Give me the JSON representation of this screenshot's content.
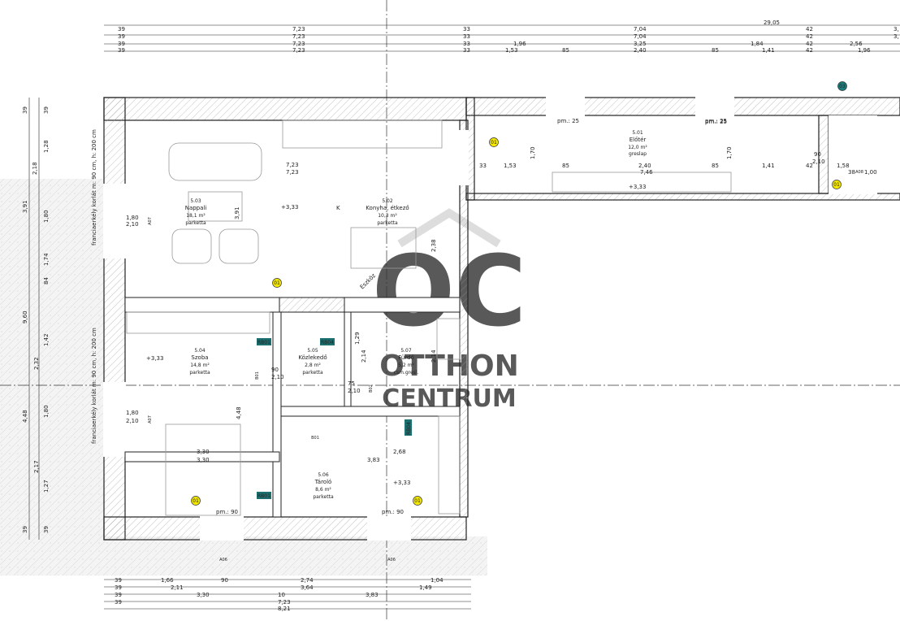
{
  "dimensions": {
    "top_total": "29,05",
    "top_rows": [
      [
        "39",
        "7,23",
        "33",
        "7,04",
        "42",
        "3,"
      ],
      [
        "39",
        "7,23",
        "33",
        "7,04",
        "42",
        "3,"
      ],
      [
        "39",
        "7,23",
        "33",
        "1,96",
        "3,25",
        "1,84",
        "42",
        "2,56"
      ],
      [
        "39",
        "7,23",
        "33",
        "1,53",
        "85",
        "2,40",
        "85",
        "1,41",
        "42",
        "1,96"
      ]
    ],
    "left_col1": [
      "39",
      "2,18",
      "3,91",
      "9,60",
      "4,48",
      "39"
    ],
    "left_col2": [
      "39",
      "1,28",
      "1,80",
      "1,74",
      "84",
      "1,42",
      "2,32",
      "1,80",
      "2,17",
      "1,27",
      "39"
    ],
    "bottom_rows": [
      [
        "39",
        "1,66",
        "90",
        "2,74",
        "1,04"
      ],
      [
        "39",
        "2,11",
        "3,64",
        "1,49"
      ],
      [
        "39",
        "3,30",
        "10",
        "3,83"
      ],
      [
        "39",
        "7,23"
      ],
      [
        "8,21"
      ]
    ]
  },
  "rooms": [
    {
      "id": "5.01",
      "name": "Előtér",
      "area": "12,0 m²",
      "floor": "greslap"
    },
    {
      "id": "5.02",
      "name": "Konyha, étkező",
      "area": "10,3 m²",
      "floor": "parketta"
    },
    {
      "id": "5.03",
      "name": "Nappali",
      "area": "18,1 m²",
      "floor": "parketta"
    },
    {
      "id": "5.04",
      "name": "Szoba",
      "area": "14,8 m²",
      "floor": "parketta"
    },
    {
      "id": "5.05",
      "name": "Közlekedő",
      "area": "2,8 m²",
      "floor": "parketta"
    },
    {
      "id": "5.06",
      "name": "Tároló",
      "area": "8,6 m²",
      "floor": "parketta"
    },
    {
      "id": "5.07",
      "name": "Fürdő",
      "area": "5,2 m²",
      "floor": "csm.gresl."
    }
  ],
  "inner_dims": {
    "nappali_w": "7,23",
    "nappali_w2": "7,23",
    "szoba_w": "3,30",
    "szoba_w2": "3,30",
    "tarolo_w": "2,68",
    "tarolo_w2": "3,83",
    "eloter_w": "7,46",
    "eloter_row": [
      "33",
      "1,53",
      "85",
      "2,40",
      "85",
      "1,41",
      "42",
      "1,58",
      "38",
      "1,00"
    ],
    "v_391": "3,91",
    "v_448": "4,48",
    "v_238": "2,38",
    "v_129": "1,29",
    "v_214": "2,14",
    "v_214b": "2,14",
    "v_170": "1,70",
    "v_170b": "1,70"
  },
  "elevations": [
    "+3,33",
    "+3,33",
    "+3,33",
    "+3,33"
  ],
  "markers": {
    "window": "01",
    "facade": "03"
  },
  "door_tags": [
    "A07",
    "A07",
    "A06",
    "A06",
    "A08",
    "B01",
    "B01",
    "B02"
  ],
  "door_sizes": [
    "1,80",
    "2,10",
    "1,80",
    "2,10",
    "90",
    "2,10",
    "75",
    "2,10",
    "90",
    "2,10"
  ],
  "rb_tags": [
    "RB01",
    "RB04",
    "RB01",
    "RB04"
  ],
  "notes": {
    "railing_top": "franciaerkély korlát m: 90 cm, h: 200 cm",
    "railing_bottom": "franciaerkély korlát m: 90 cm, h: 200 cm",
    "pm1": "pm.: 25",
    "pm2": "pm.: 25",
    "pm3": "pm.: 90",
    "pm4": "pm.: 90",
    "sill": "pm.: 25",
    "tag_km": "K",
    "kitchen_note": "Eszköz"
  },
  "watermark": {
    "logo": "OC",
    "line1": "OTTHON",
    "line2": "CENTRUM"
  }
}
